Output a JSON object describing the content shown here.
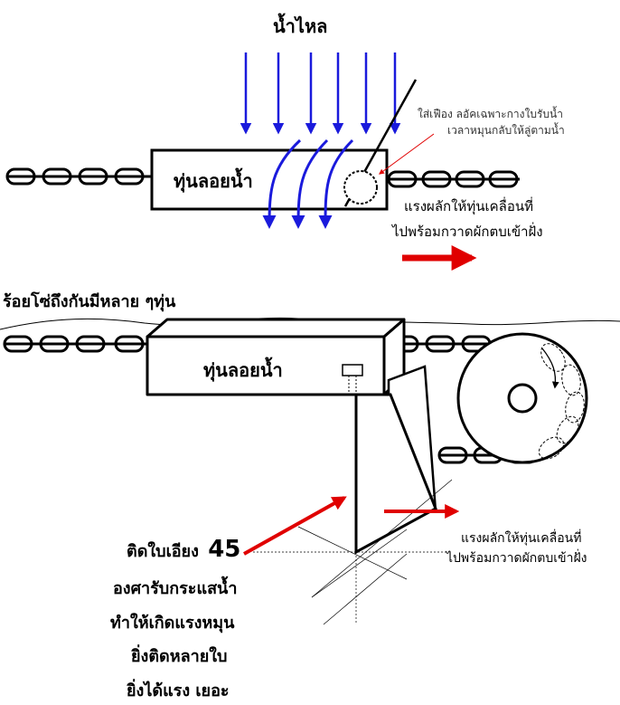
{
  "top": {
    "flow_title": "น้ำไหล",
    "float_label": "ทุ่นลอยน้ำ",
    "gear_note_line1": "ใส่เฟือง ลอัคเฉพาะกางใบรับน้ำ",
    "gear_note_line2": "เวลาหมุนกลับให้ลู่ตามน้ำ",
    "force_line1": "แรงผลักให้ทุ่นเคลื่อนที่",
    "force_line2": "ไปพร้อมกวาดผักตบเข้าฝั่ง"
  },
  "middle": {
    "chain_caption": "ร้อยโซ่ถึงกันมีหลาย ๆทุ่น"
  },
  "bottom": {
    "float_label": "ทุ่นลอยน้ำ",
    "force_line1": "แรงผลักให้ทุ่นเคลื่อนที่",
    "force_line2": "ไปพร้อมกวาดผักตบเข้าฝั่ง",
    "blade_line1_text": "ติดใบเอียง",
    "blade_line1_number": "45",
    "blade_line2": "องศารับกระแสน้ำ",
    "blade_line3": "ทำให้เกิดแรงหมุน",
    "blade_line4": "ยิ่งติดหลายใบ",
    "blade_line5": "ยิ่งได้แรง เยอะ"
  },
  "colors": {
    "flow_arrow": "#1a1adc",
    "force_arrow": "#e00000",
    "note_leader": "#e00000",
    "outline": "#000000"
  }
}
